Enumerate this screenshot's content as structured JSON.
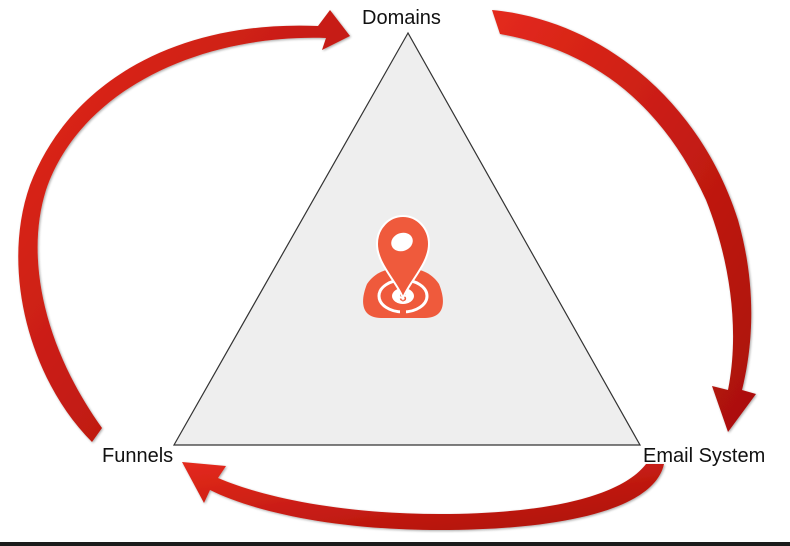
{
  "nodes": {
    "top": "Domains",
    "left": "Funnels",
    "right": "Email System"
  },
  "center_logo": {
    "icon": "map-pin-dollar-icon",
    "color": "#ef5a3c"
  },
  "colors": {
    "arrow": "#d21a12",
    "arrow_dark": "#8e0c08",
    "triangle_fill": "#eeeeee",
    "triangle_stroke": "#333333"
  },
  "cycle": [
    "Funnels",
    "Domains",
    "Email System",
    "Funnels"
  ]
}
